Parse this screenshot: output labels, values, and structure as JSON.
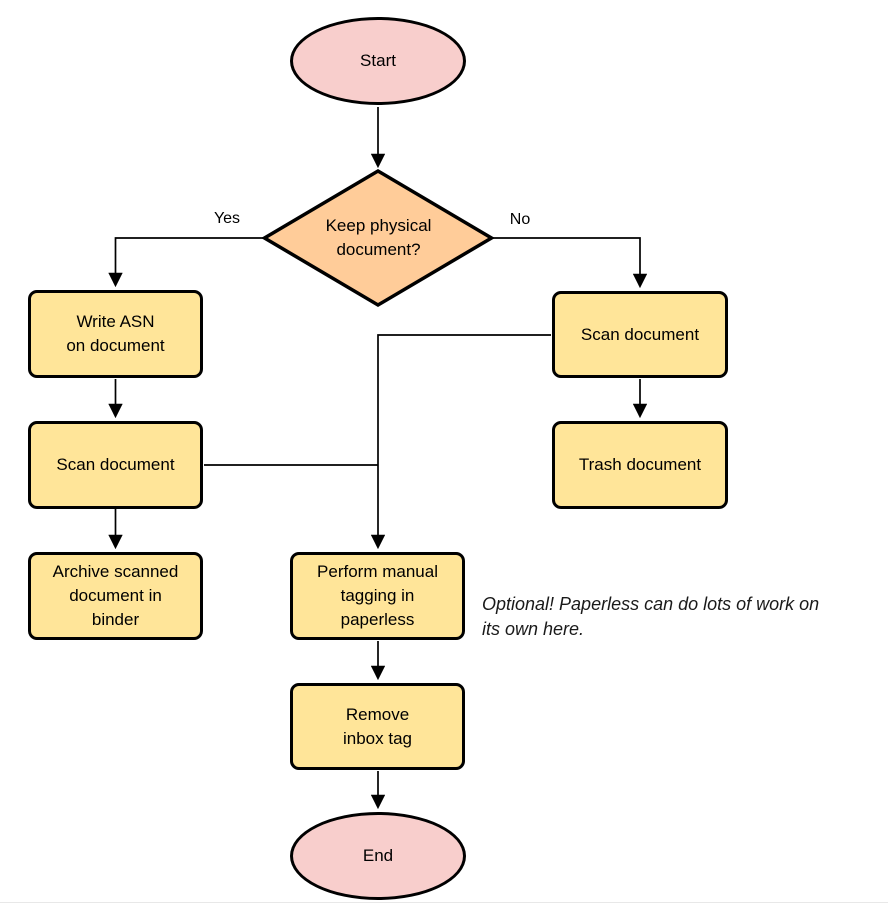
{
  "diagram_type": "flowchart",
  "nodes": {
    "start": {
      "label": "Start",
      "shape": "terminator"
    },
    "decision": {
      "label": "Keep physical\ndocument?",
      "shape": "decision"
    },
    "write_asn": {
      "label": "Write ASN\non document",
      "shape": "process"
    },
    "scan_left": {
      "label": "Scan document",
      "shape": "process"
    },
    "archive": {
      "label": "Archive scanned\ndocument in\nbinder",
      "shape": "process"
    },
    "scan_right": {
      "label": "Scan document",
      "shape": "process"
    },
    "trash": {
      "label": "Trash document",
      "shape": "process"
    },
    "tagging": {
      "label": "Perform manual\ntagging in\npaperless",
      "shape": "process"
    },
    "remove_inbox": {
      "label": "Remove\ninbox tag",
      "shape": "process"
    },
    "end": {
      "label": "End",
      "shape": "terminator"
    }
  },
  "edge_labels": {
    "yes": "Yes",
    "no": "No"
  },
  "note": "Optional! Paperless can do lots of work on\nits own here.",
  "colors": {
    "terminator_fill": "#F8CECC",
    "decision_fill": "#FFCC99",
    "process_fill": "#FFE599",
    "stroke": "#000000",
    "note_text": "#1a1a1a"
  }
}
